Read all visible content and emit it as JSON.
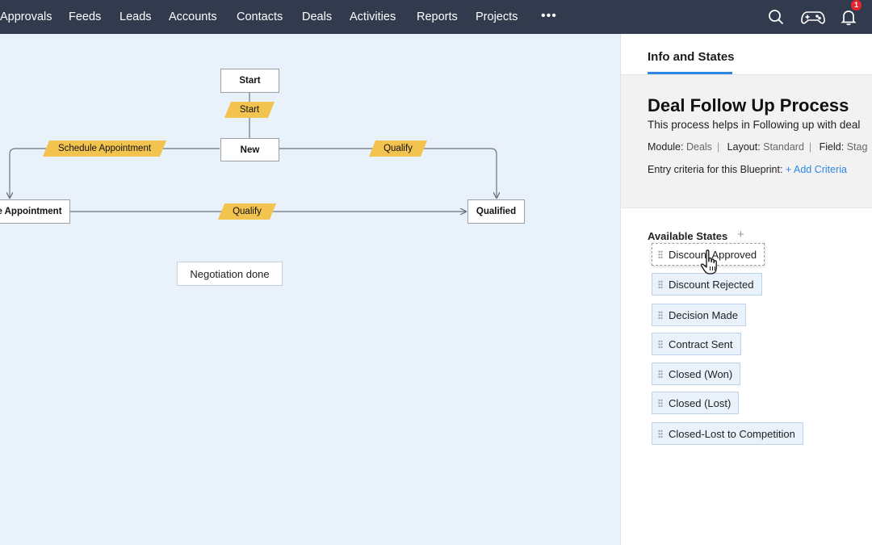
{
  "nav": {
    "items": [
      "Approvals",
      "Feeds",
      "Leads",
      "Accounts",
      "Contacts",
      "Deals",
      "Activities",
      "Reports",
      "Projects"
    ],
    "more": "•••",
    "notification_count": "1",
    "icons": [
      "search-icon",
      "gamepad-icon",
      "bell-icon"
    ]
  },
  "canvas": {
    "nodes": {
      "start": "Start",
      "new": "New",
      "schedule": "e Appointment",
      "qualified": "Qualified"
    },
    "transitions": {
      "start": "Start",
      "schedule_appointment": "Schedule Appointment",
      "qualify_top": "Qualify",
      "qualify_bottom": "Qualify"
    },
    "unlinked_state": "Negotiation done"
  },
  "panel": {
    "tab": "Info and States",
    "title": "Deal Follow Up Process",
    "description": "This process helps in Following up with deal",
    "module_label": "Module:",
    "module_value": "Deals",
    "layout_label": "Layout:",
    "layout_value": "Standard",
    "field_label": "Field:",
    "field_value": "Stag",
    "entry_label": "Entry criteria for this Blueprint:",
    "add_criteria": "+ Add Criteria",
    "available_states_label": "Available States",
    "add_state": "+",
    "states": [
      "Discount Approved",
      "Discount Rejected",
      "Decision Made",
      "Contract Sent",
      "Closed (Won)",
      "Closed (Lost)",
      "Closed-Lost to Competition"
    ]
  },
  "colors": {
    "nav_bg": "#323a4d",
    "canvas_bg": "#e9f1fa",
    "transition": "#f2c34e",
    "accent": "#2f87e4",
    "badge": "#e3262e"
  }
}
